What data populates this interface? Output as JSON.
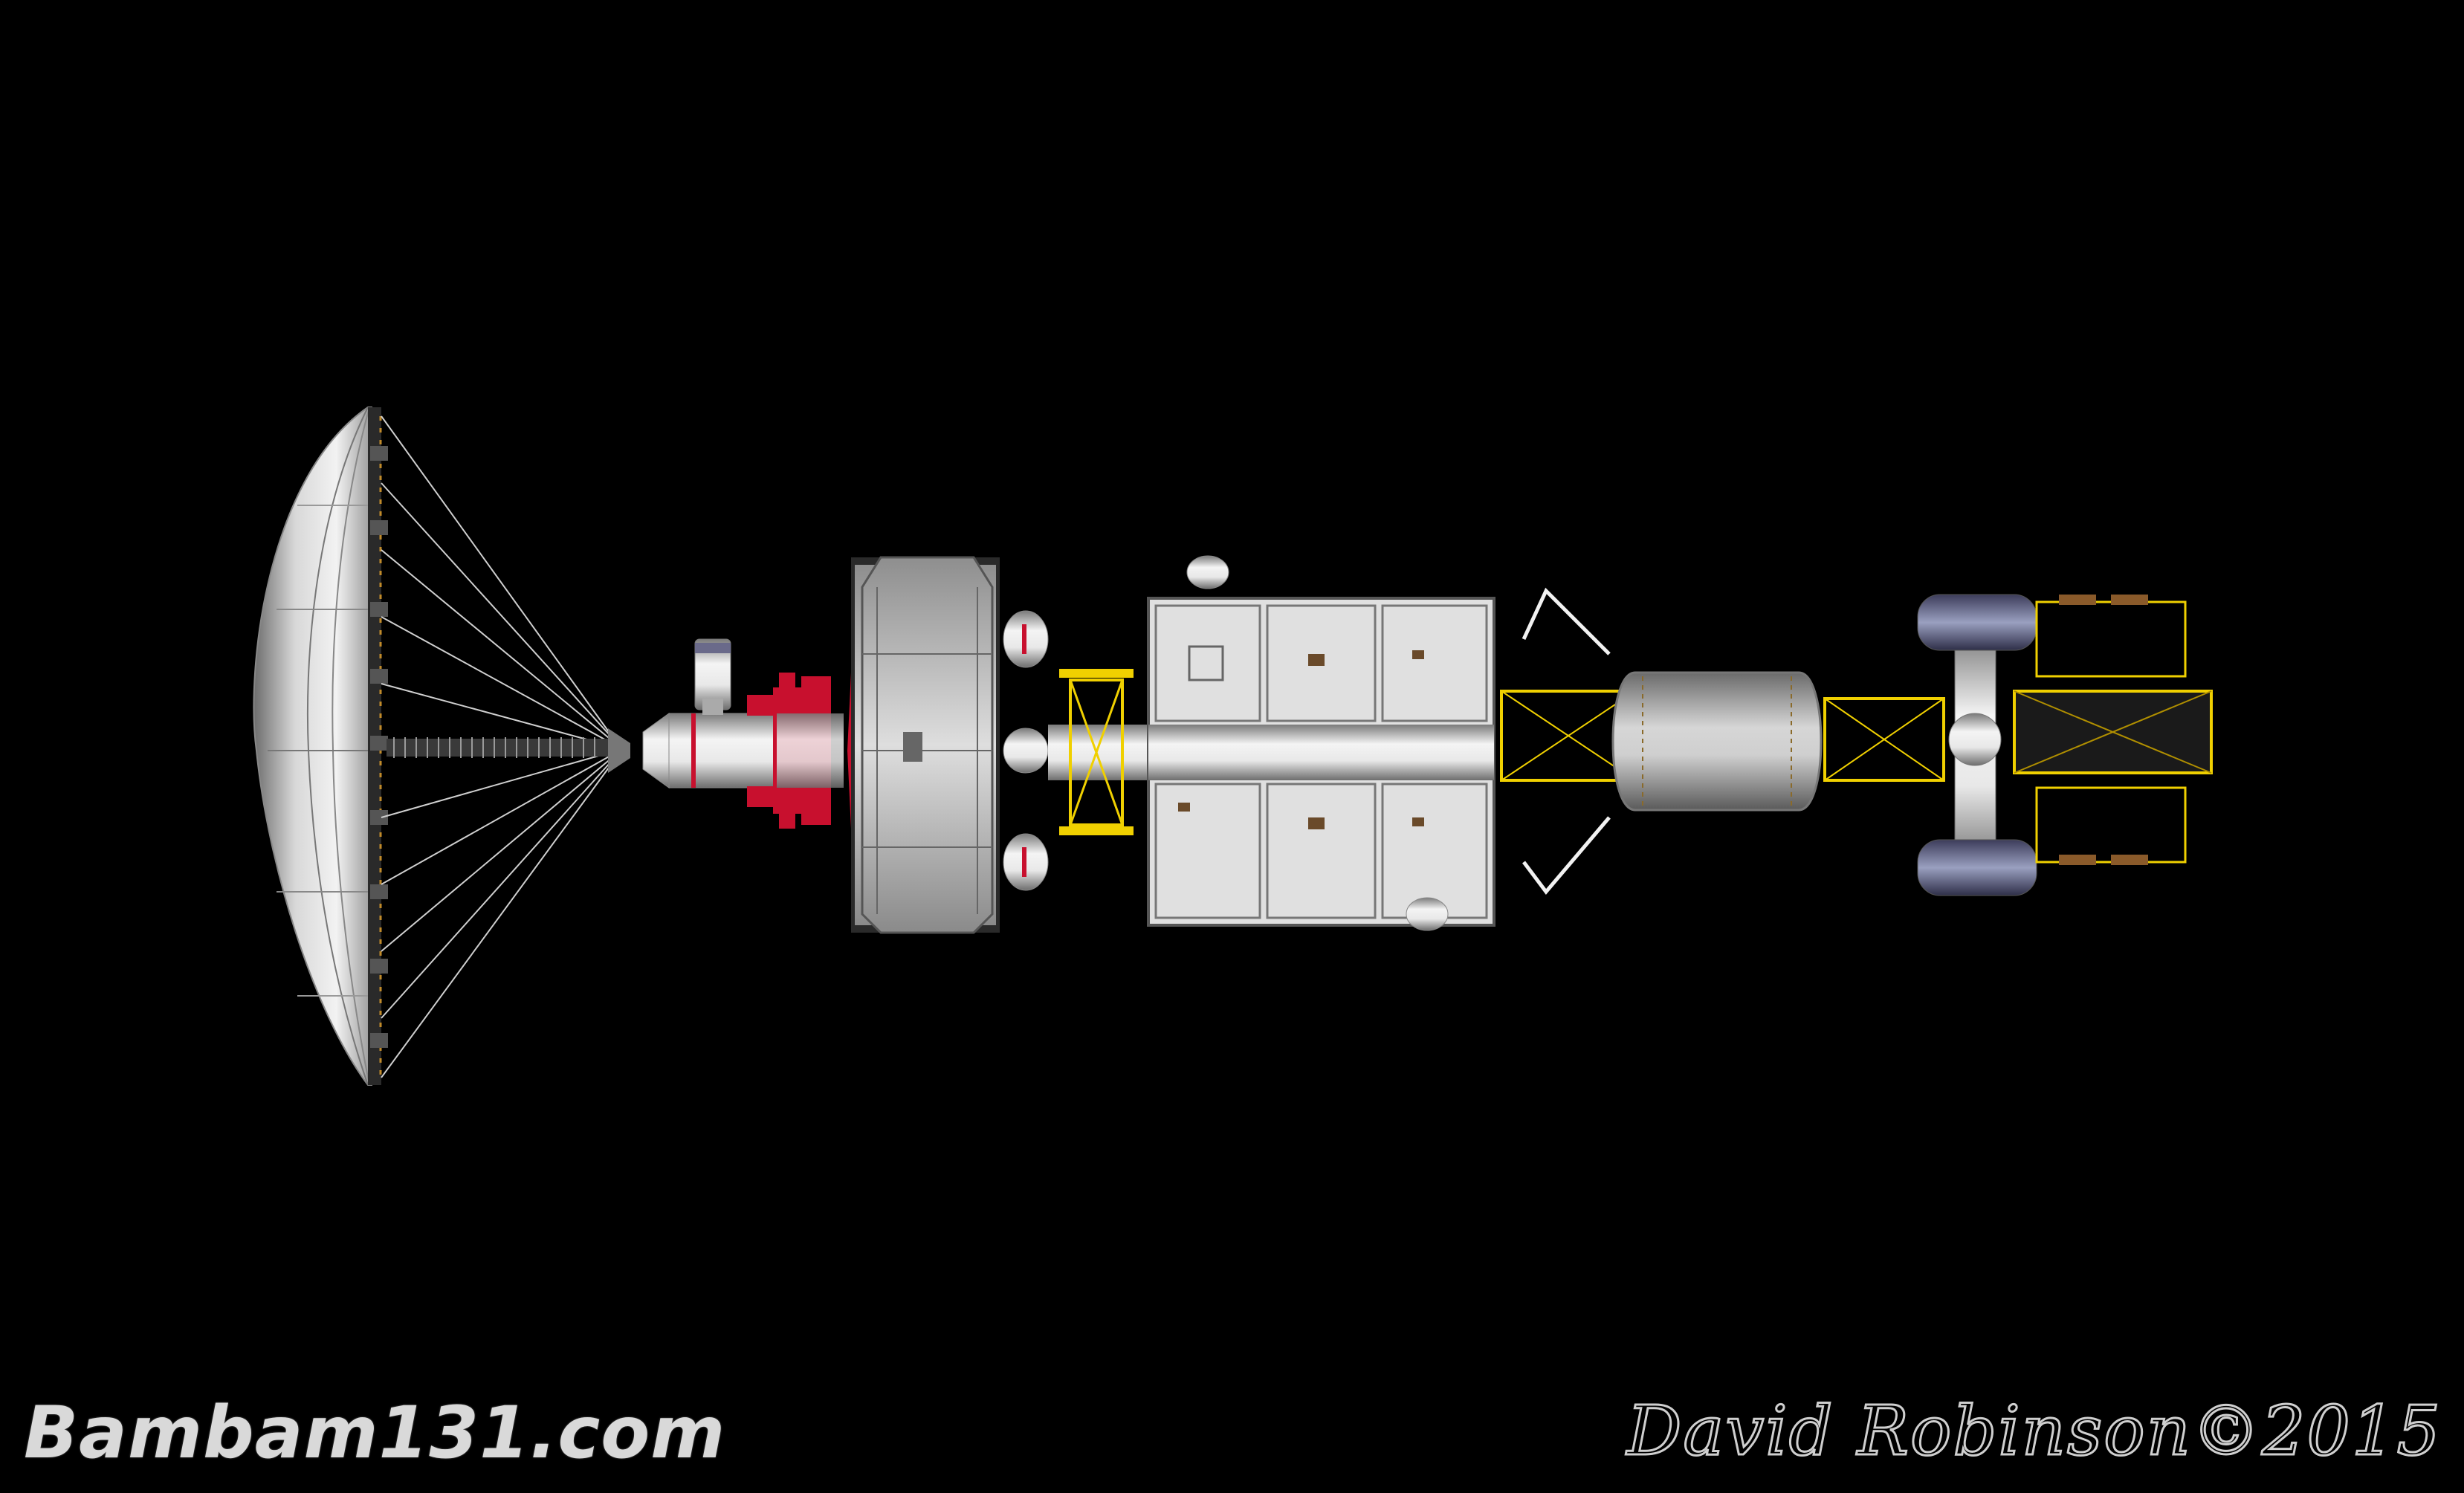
{
  "watermark": {
    "site": "Bambam131.com",
    "credit": "David Robinson©2015"
  },
  "colors": {
    "background": "#000000",
    "hull": "#d8d8d8",
    "accent_red": "#c8102e",
    "truss_yellow": "#f0d000"
  },
  "objects": [
    {
      "name": "parabolic-dish-shield"
    },
    {
      "name": "engine-module"
    },
    {
      "name": "habitat-drum"
    },
    {
      "name": "cargo-container-block"
    },
    {
      "name": "spherical-tank"
    },
    {
      "name": "yellow-truss-docking"
    },
    {
      "name": "balloon-tanks"
    }
  ]
}
